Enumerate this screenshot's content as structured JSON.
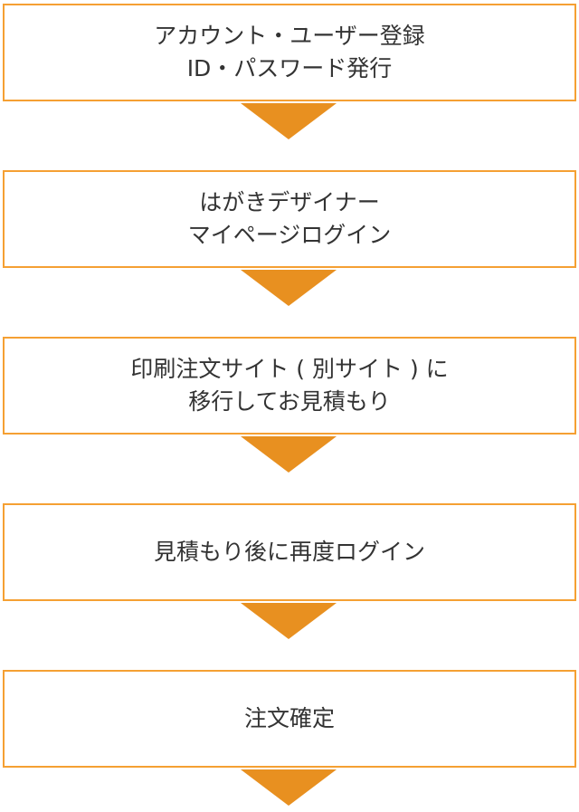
{
  "steps": [
    {
      "lines": [
        "アカウント・ユーザー登録",
        "ID・パスワード発行"
      ]
    },
    {
      "lines": [
        "はがきデザイナー",
        "マイページログイン"
      ]
    },
    {
      "lines": [
        "印刷注文サイト ( 別サイト ) に",
        "移行してお見積もり"
      ]
    },
    {
      "lines": [
        "見積もり後に再度ログイン"
      ]
    },
    {
      "lines": [
        "注文確定"
      ]
    }
  ],
  "colors": {
    "border": "#f5a033",
    "arrow": "#e89020",
    "text": "#333333"
  }
}
